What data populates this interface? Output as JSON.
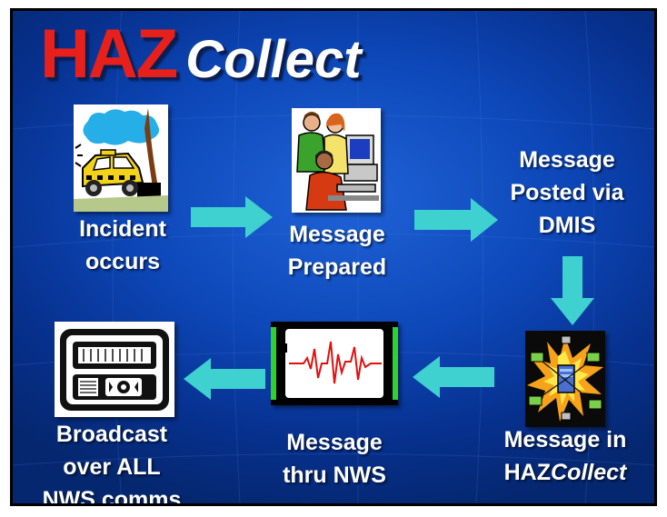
{
  "title": {
    "part1": "HAZ",
    "part2": "Collect"
  },
  "steps": {
    "incident": {
      "line1": "Incident",
      "line2": "occurs"
    },
    "prepared": {
      "line1": "Message",
      "line2": "Prepared"
    },
    "dmis": {
      "line1": "Message",
      "line2": "Posted via",
      "line3": "DMIS"
    },
    "hazcollect": {
      "line1": "Message in",
      "line2a": "HAZ",
      "line2b": "Collect"
    },
    "nws": {
      "line1": "Message",
      "line2": "thru NWS"
    },
    "broadcast": {
      "line1": "Broadcast",
      "line2": "over ALL",
      "line3": "NWS comms"
    }
  },
  "colors": {
    "arrow": "#3fd0d0",
    "title_red": "#e8201c",
    "background": "#0d47b8",
    "waveform": "#e01010"
  },
  "icons": {
    "incident": "car-crash-icon",
    "prepared": "people-at-computer-icon",
    "hazcollect": "network-server-burst-icon",
    "nws": "waveform-monitor-icon",
    "broadcast": "weather-radio-icon"
  }
}
